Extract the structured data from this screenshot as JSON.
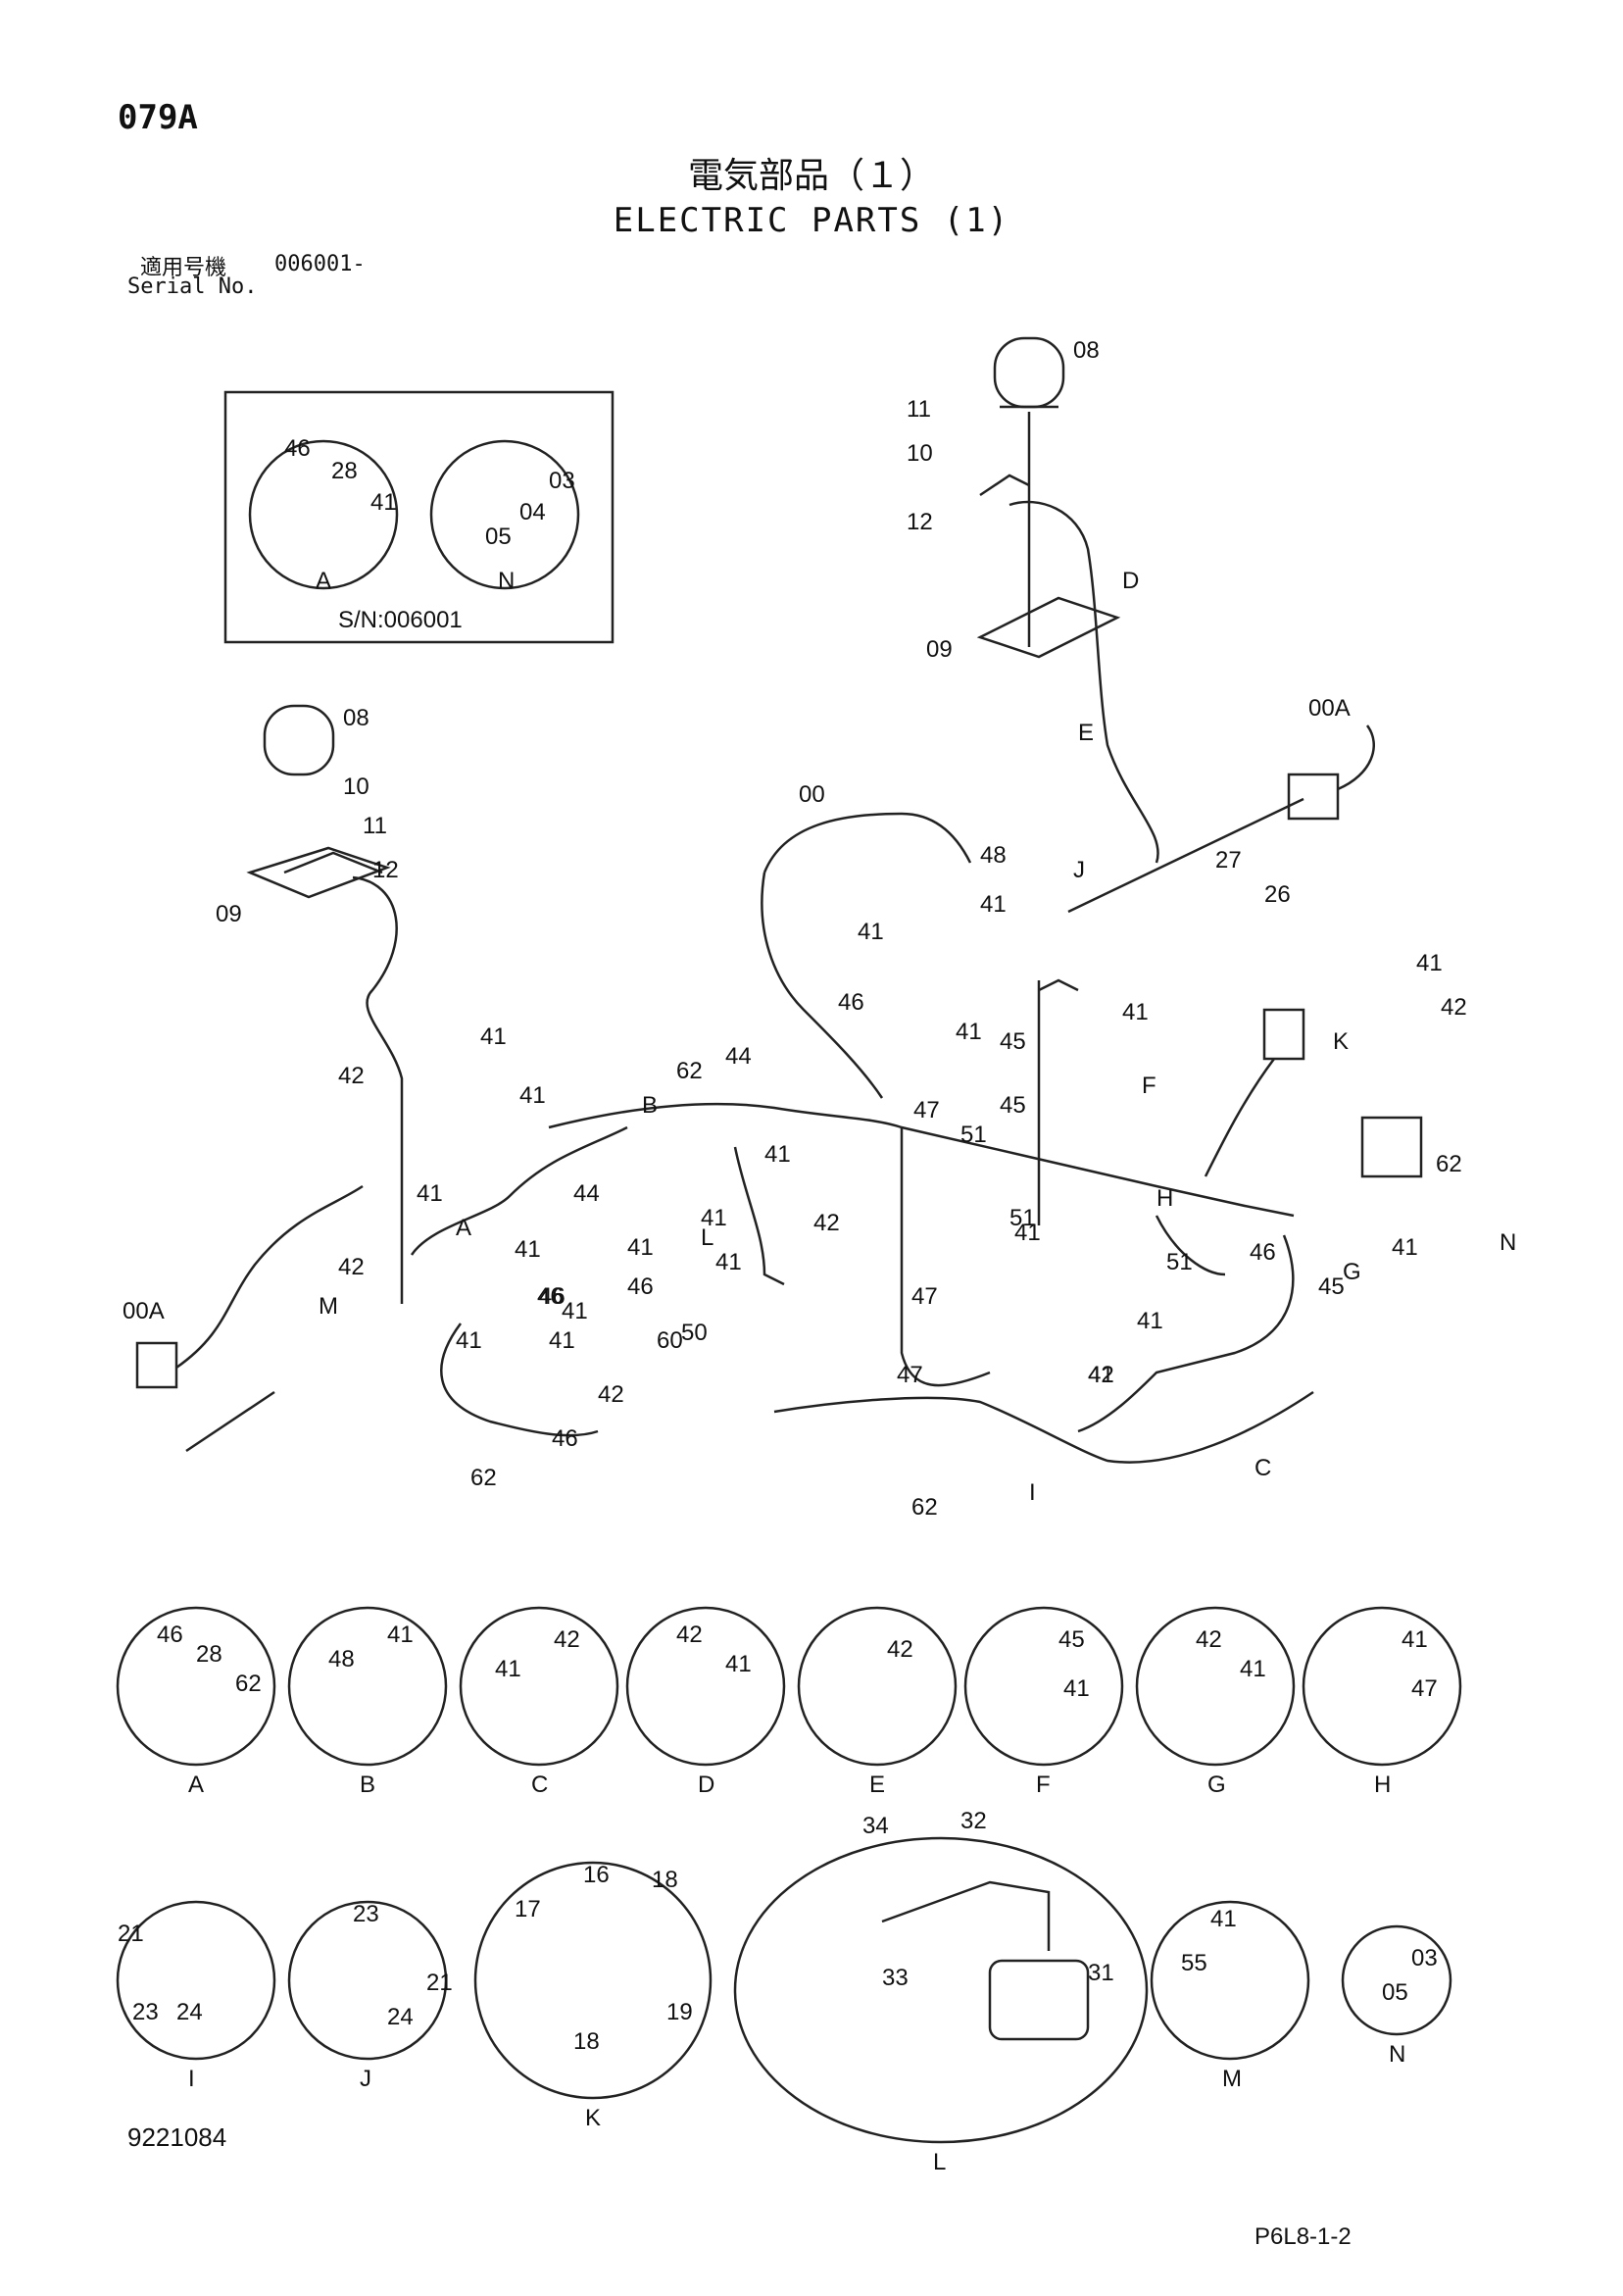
{
  "header": {
    "page_code": "079A",
    "title_jp": "電気部品（１）",
    "title_en": "ELECTRIC PARTS (1)",
    "serial_label_jp": "適用号機",
    "serial_value": "006001-",
    "serial_label_en": "Serial No."
  },
  "inset": {
    "serial_note": "S/N:006001",
    "detail_a": {
      "letter": "A",
      "labels": [
        "46",
        "28",
        "41"
      ]
    },
    "detail_n": {
      "letter": "N",
      "labels": [
        "03",
        "04",
        "05"
      ]
    }
  },
  "main_labels": [
    "08",
    "11",
    "10",
    "12",
    "D",
    "09",
    "E",
    "00A",
    "08",
    "10",
    "11",
    "12",
    "09",
    "00",
    "48",
    "41",
    "J",
    "27",
    "26",
    "41",
    "46",
    "42",
    "41",
    "41",
    "45",
    "41",
    "41",
    "42",
    "K",
    "B",
    "62",
    "44",
    "41",
    "47",
    "51",
    "45",
    "F",
    "44",
    "41",
    "41",
    "41",
    "51",
    "H",
    "62",
    "42",
    "41",
    "A",
    "41",
    "42",
    "41",
    "51",
    "N",
    "41",
    "L",
    "41",
    "46",
    "50",
    "47",
    "46",
    "G",
    "45",
    "00A",
    "M",
    "46",
    "41",
    "42",
    "60",
    "41",
    "41",
    "41",
    "42",
    "47",
    "41",
    "46",
    "62",
    "46",
    "I",
    "62",
    "C",
    "47"
  ],
  "details": [
    {
      "letter": "A",
      "labels": [
        "46",
        "28",
        "62"
      ]
    },
    {
      "letter": "B",
      "labels": [
        "48",
        "41"
      ]
    },
    {
      "letter": "C",
      "labels": [
        "41",
        "42"
      ]
    },
    {
      "letter": "D",
      "labels": [
        "42",
        "41"
      ]
    },
    {
      "letter": "E",
      "labels": [
        "42"
      ]
    },
    {
      "letter": "F",
      "labels": [
        "45",
        "41"
      ]
    },
    {
      "letter": "G",
      "labels": [
        "42",
        "41"
      ]
    },
    {
      "letter": "H",
      "labels": [
        "41",
        "47"
      ]
    },
    {
      "letter": "I",
      "labels": [
        "21",
        "23",
        "24"
      ]
    },
    {
      "letter": "J",
      "labels": [
        "23",
        "21",
        "24"
      ]
    },
    {
      "letter": "K",
      "labels": [
        "16",
        "17",
        "18",
        "18",
        "19"
      ]
    },
    {
      "letter": "L",
      "labels": [
        "34",
        "32",
        "33",
        "31"
      ]
    },
    {
      "letter": "M",
      "labels": [
        "41",
        "55"
      ]
    },
    {
      "letter": "N",
      "labels": [
        "03",
        "05"
      ]
    }
  ],
  "footer": {
    "doc_number": "9221084",
    "page_ref": "P6L8-1-2"
  }
}
